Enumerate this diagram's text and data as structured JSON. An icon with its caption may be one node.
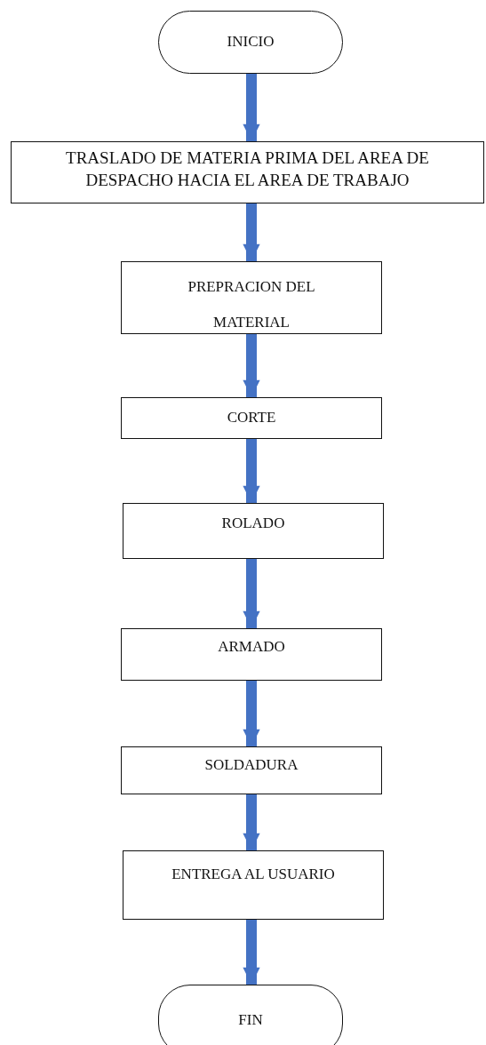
{
  "diagram": {
    "nodes": [
      {
        "text": [
          "INICIO"
        ]
      },
      {
        "text": [
          "TRASLADO DE MATERIA PRIMA DEL AREA DE DESPACHO HACIA EL AREA DE TRABAJO"
        ]
      },
      {
        "text": [
          "PREPRACION DEL MATERIAL"
        ]
      },
      {
        "text": [
          "CORTE"
        ]
      },
      {
        "text": [
          "ROLADO"
        ]
      },
      {
        "text": [
          "ARMADO"
        ]
      },
      {
        "text": [
          "SOLDADURA"
        ]
      },
      {
        "text": [
          "ENTREGA AL USUARIO"
        ]
      },
      {
        "text": [
          "FIN"
        ]
      }
    ],
    "edges": [
      {
        "from": 0,
        "to": 1,
        "arrow": "to"
      },
      {
        "from": 1,
        "to": 2,
        "arrow": "to"
      },
      {
        "from": 2,
        "to": 3,
        "arrow": "to"
      },
      {
        "from": 3,
        "to": 4,
        "arrow": "to"
      },
      {
        "from": 4,
        "to": 5,
        "arrow": "to"
      },
      {
        "from": 5,
        "to": 6,
        "arrow": "to"
      },
      {
        "from": 6,
        "to": 7,
        "arrow": "to"
      },
      {
        "from": 7,
        "to": 8,
        "arrow": "to"
      }
    ]
  }
}
